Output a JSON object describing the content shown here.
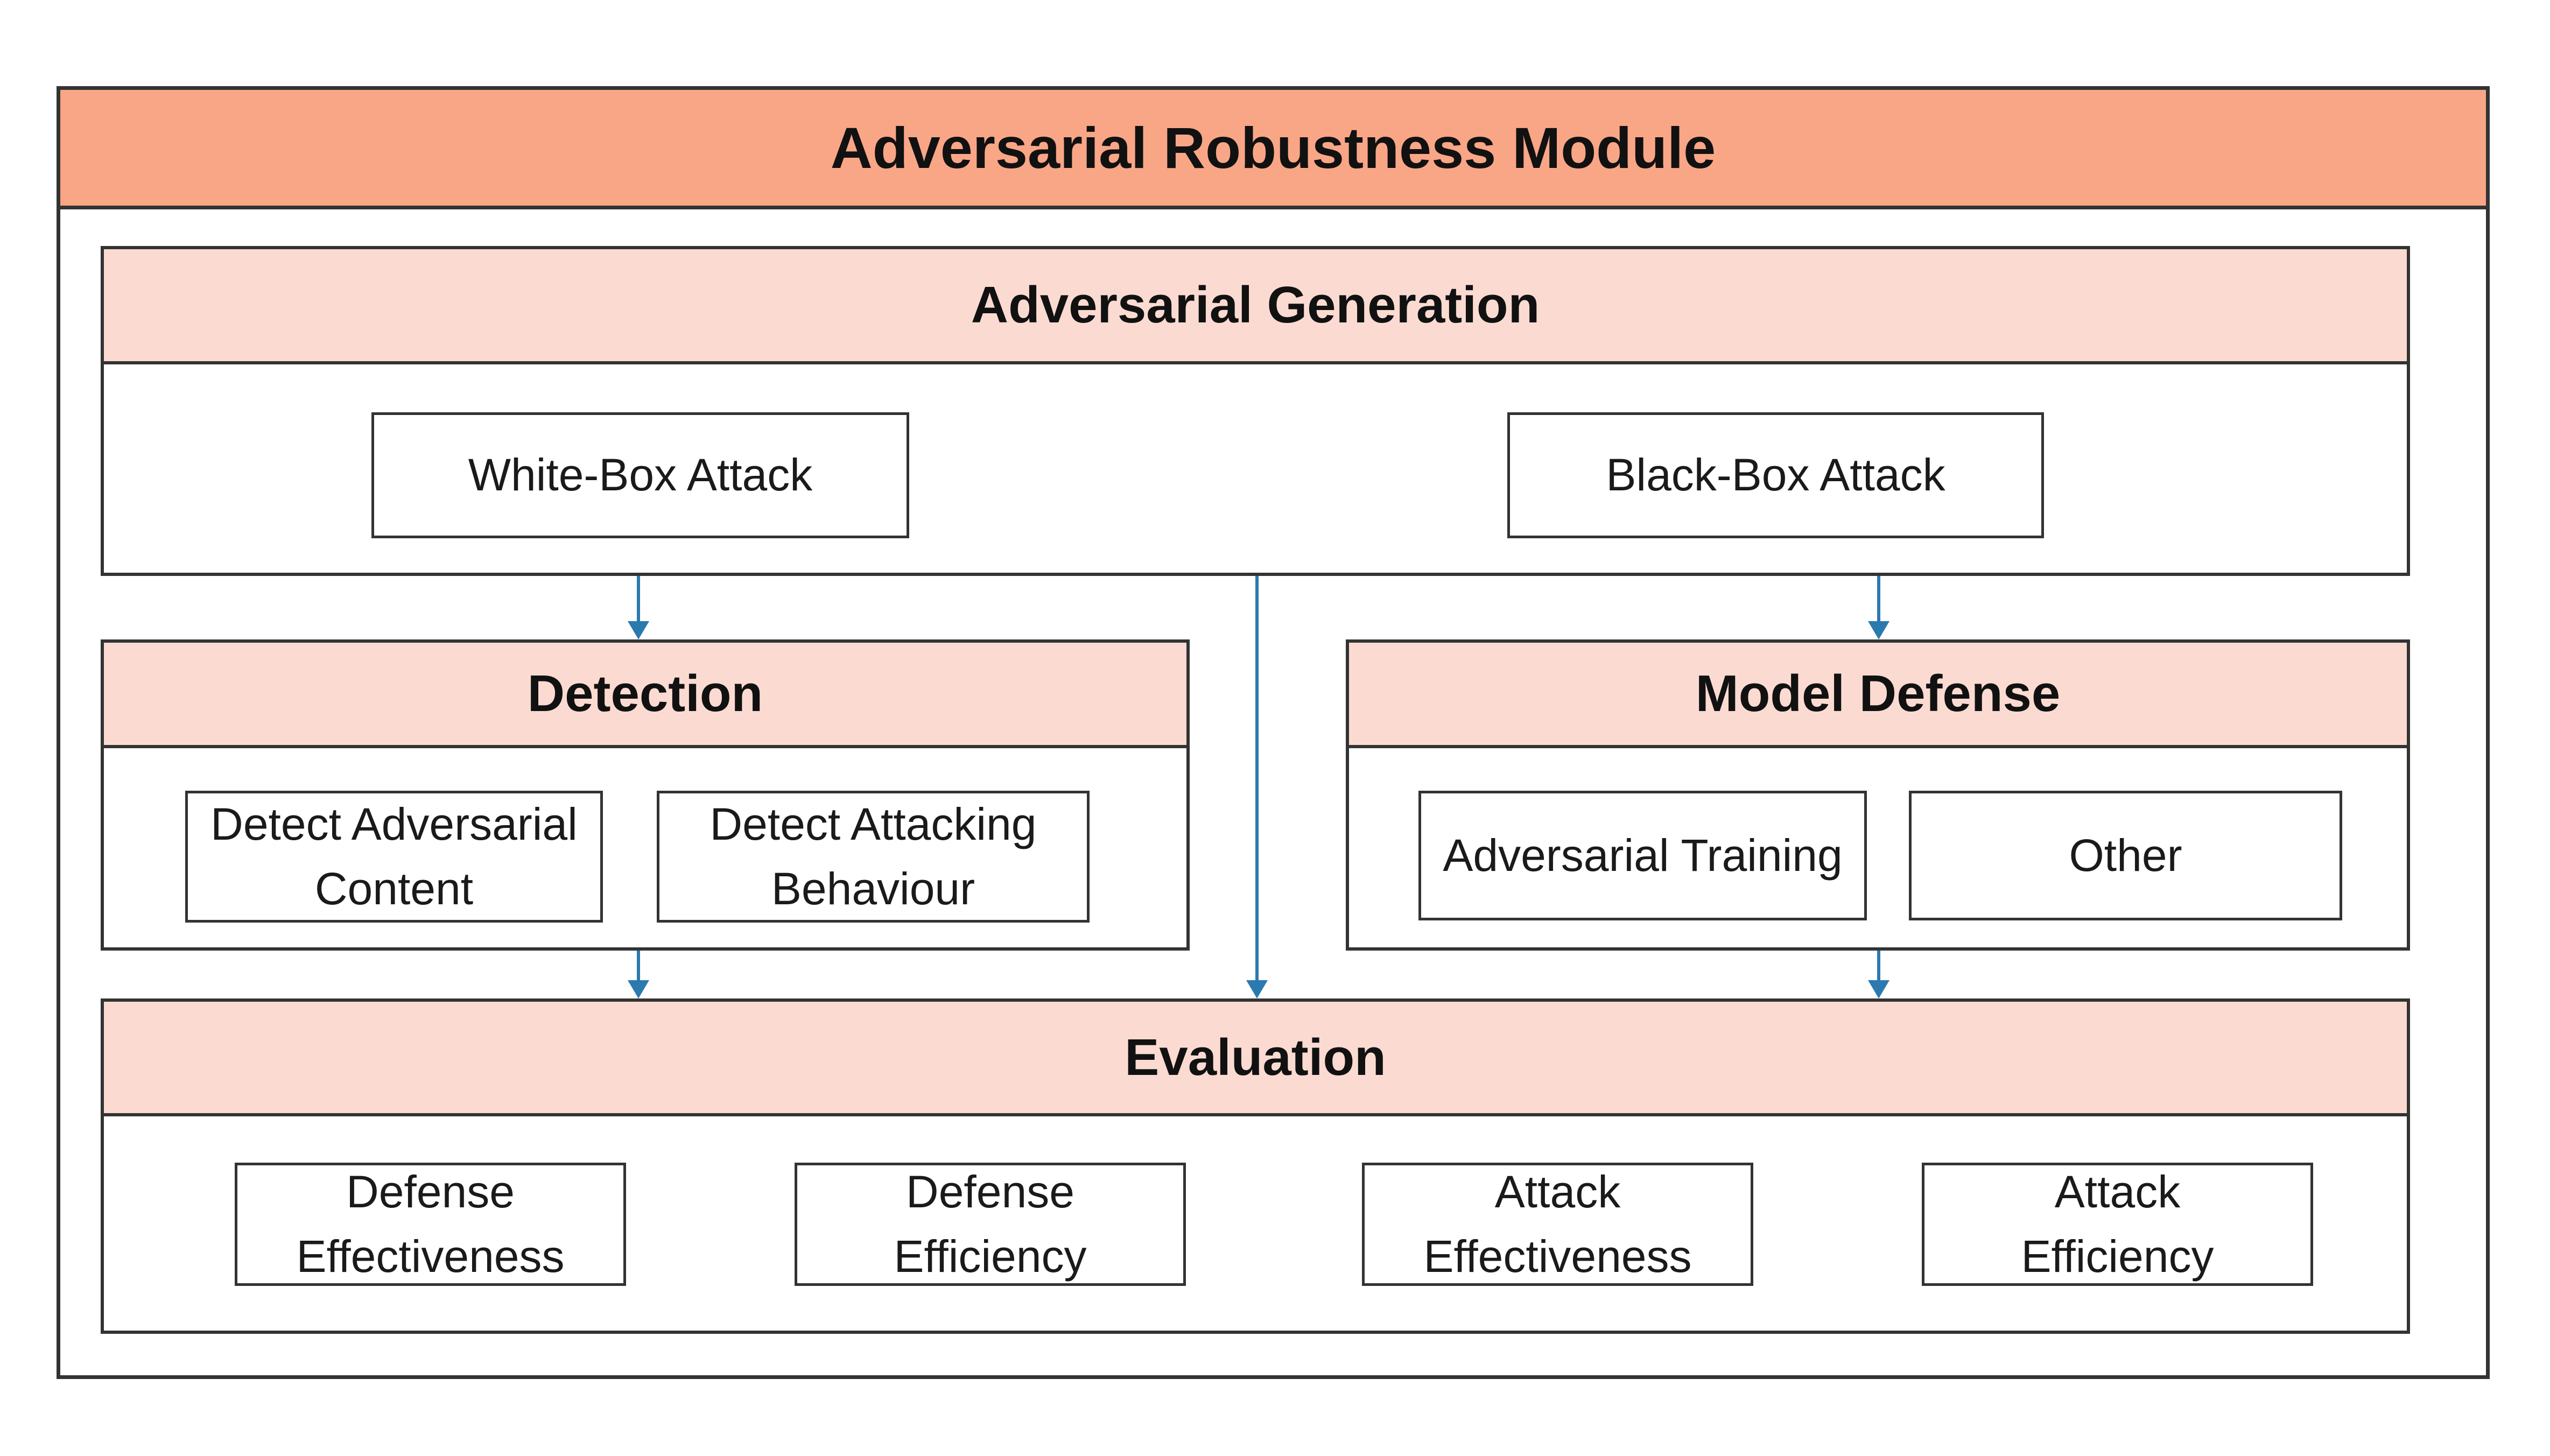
{
  "module": {
    "title": "Adversarial Robustness Module"
  },
  "sections": {
    "generation": {
      "title": "Adversarial Generation",
      "items": [
        {
          "label": "White-Box Attack"
        },
        {
          "label": "Black-Box Attack"
        }
      ]
    },
    "detection": {
      "title": "Detection",
      "items": [
        {
          "label": "Detect Adversarial\nContent"
        },
        {
          "label": "Detect Attacking\nBehaviour"
        }
      ]
    },
    "model_defense": {
      "title": "Model Defense",
      "items": [
        {
          "label": "Adversarial Training"
        },
        {
          "label": "Other"
        }
      ]
    },
    "evaluation": {
      "title": "Evaluation",
      "items": [
        {
          "label": "Defense\nEffectiveness"
        },
        {
          "label": "Defense\nEfficiency"
        },
        {
          "label": "Attack\nEffectiveness"
        },
        {
          "label": "Attack\nEfficiency"
        }
      ]
    }
  },
  "arrows": [
    {
      "from": "adversarial-generation",
      "to": "detection"
    },
    {
      "from": "adversarial-generation",
      "to": "evaluation"
    },
    {
      "from": "adversarial-generation",
      "to": "model-defense"
    },
    {
      "from": "detection",
      "to": "evaluation"
    },
    {
      "from": "model-defense",
      "to": "evaluation"
    }
  ],
  "colors": {
    "title_fill": "#F9A687",
    "header_fill": "#FBDBD1",
    "border": "#333333",
    "arrow": "#2B7AAF"
  }
}
